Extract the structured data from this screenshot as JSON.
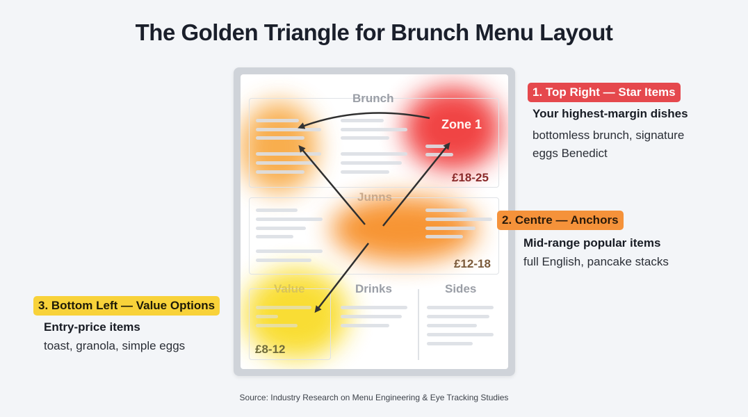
{
  "title": "The Golden Triangle for Brunch Menu Layout",
  "menu": {
    "sections": {
      "brunch": {
        "label": "Brunch",
        "zone_label": "Zone 1",
        "price": "£18-25"
      },
      "mains": {
        "label": "Junns",
        "price": "£12-18"
      },
      "value": {
        "label": "Value",
        "price": "£8-12"
      },
      "drinks": {
        "label": "Drinks"
      },
      "sides": {
        "label": "Sides"
      }
    }
  },
  "callouts": [
    {
      "badge": "1. Top Right — Star Items",
      "heading": "Your highest-margin dishes",
      "body_line1": "bottomless brunch, signature",
      "body_line2": "eggs Benedict",
      "color": "#e5484d"
    },
    {
      "badge": "2. Centre — Anchors",
      "heading": "Mid-range popular items",
      "body_line1": "full English, pancake stacks",
      "color": "#f5923a"
    },
    {
      "badge": "3. Bottom Left — Value Options",
      "heading": "Entry-price items",
      "body_line1": "toast, granola, simple eggs",
      "color": "#f8d23a"
    }
  ],
  "heat_colors": {
    "red": "#f03a3a",
    "orange": "#f7922a",
    "yellow": "#f9dc2a"
  },
  "source": "Source: Industry Research on Menu Engineering & Eye Tracking Studies"
}
